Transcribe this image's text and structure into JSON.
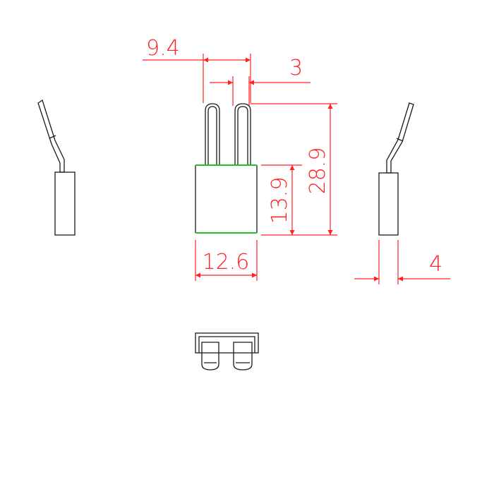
{
  "colors": {
    "outline": "#1a1a1a",
    "dimension": "#ff2020",
    "body_edge": "#22c422",
    "background": "#ffffff"
  },
  "dimensions": {
    "pin_outer_width": "9.4",
    "pin_width": "3",
    "total_height": "28.9",
    "body_height": "13.9",
    "body_width": "12.6",
    "side_thickness": "4"
  }
}
